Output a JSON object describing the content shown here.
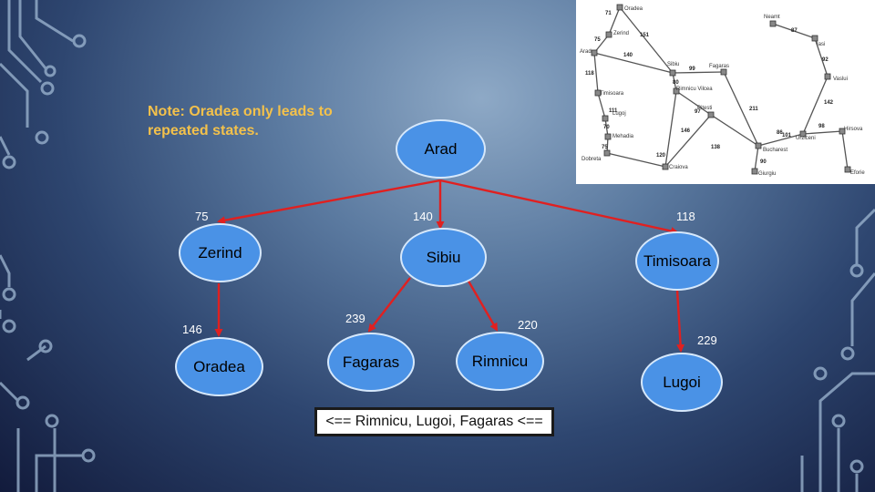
{
  "note": "Note: Oradea only leads to repeated states.",
  "nodes": {
    "arad": "Arad",
    "zerind": "Zerind",
    "sibiu": "Sibiu",
    "timisoara": "Timisoara",
    "oradea": "Oradea",
    "fagaras": "Fagaras",
    "rimnicu": "Rimnicu",
    "lugoi": "Lugoi"
  },
  "edge_weights": {
    "arad_zerind": "75",
    "arad_sibiu": "140",
    "arad_timisoara": "118",
    "zerind_oradea": "146",
    "sibiu_fagaras": "239",
    "sibiu_rimnicu": "220",
    "timisoara_lugoi": "229"
  },
  "queue": "<== Rimnicu, Lugoi, Fagaras <==",
  "colors": {
    "node_fill": "#4a92e6",
    "edge": "#e02020",
    "note_text": "#f3c14b"
  },
  "romania_map": {
    "cities": [
      "Oradea",
      "Neamt",
      "Zerind",
      "Iasi",
      "Arad",
      "Sibiu",
      "Fagaras",
      "Vaslui",
      "Timisoara",
      "Rimnicu Vilcea",
      "Lugoj",
      "Pitesti",
      "Hirsova",
      "Urziceni",
      "Mehadia",
      "Bucharest",
      "Dobreta",
      "Craiova",
      "Giurgiu",
      "Eforie"
    ],
    "distances": [
      "71",
      "151",
      "75",
      "87",
      "140",
      "92",
      "99",
      "211",
      "118",
      "80",
      "142",
      "111",
      "97",
      "98",
      "70",
      "146",
      "101",
      "86",
      "75",
      "138",
      "90",
      "120"
    ]
  }
}
